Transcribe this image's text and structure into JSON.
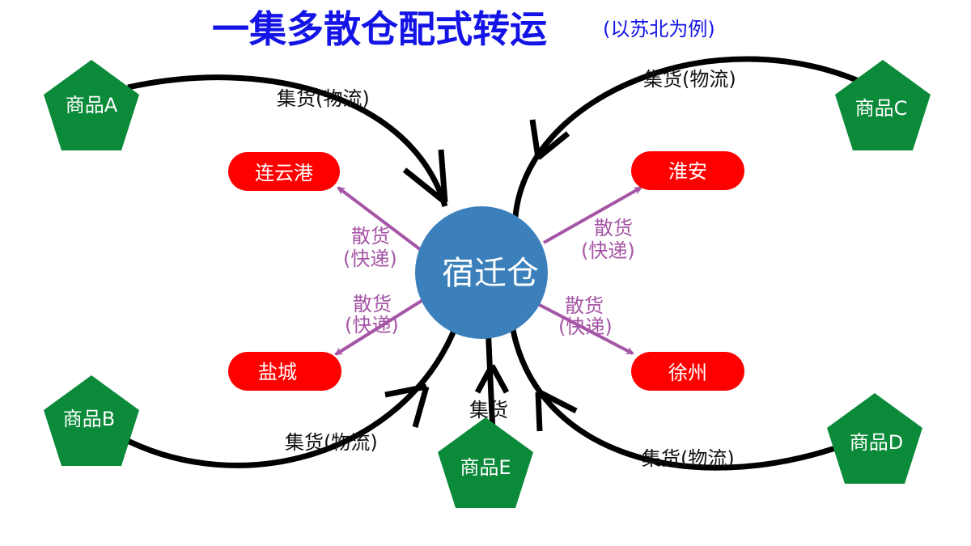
{
  "title": {
    "main": "一集多散仓配式转运",
    "sub": "(以苏北为例)"
  },
  "hub": {
    "label": "宿迁仓",
    "color": "#3b80bb"
  },
  "products": [
    {
      "id": "a",
      "label": "商品A"
    },
    {
      "id": "b",
      "label": "商品B"
    },
    {
      "id": "c",
      "label": "商品C"
    },
    {
      "id": "d",
      "label": "商品D"
    },
    {
      "id": "e",
      "label": "商品E"
    }
  ],
  "cities": [
    {
      "id": "lianyungang",
      "label": "连云港"
    },
    {
      "id": "huaian",
      "label": "淮安"
    },
    {
      "id": "yancheng",
      "label": "盐城"
    },
    {
      "id": "xuzhou",
      "label": "徐州"
    }
  ],
  "flows": {
    "collect_label": "集货(物流)",
    "collect_short": "集货",
    "disperse_line1": "散货",
    "disperse_line2": "(快递)"
  },
  "colors": {
    "product_green": "#0b8a3a",
    "city_red": "#ff0000",
    "disperse_purple": "#a555a5",
    "title_blue": "#1414e6"
  }
}
